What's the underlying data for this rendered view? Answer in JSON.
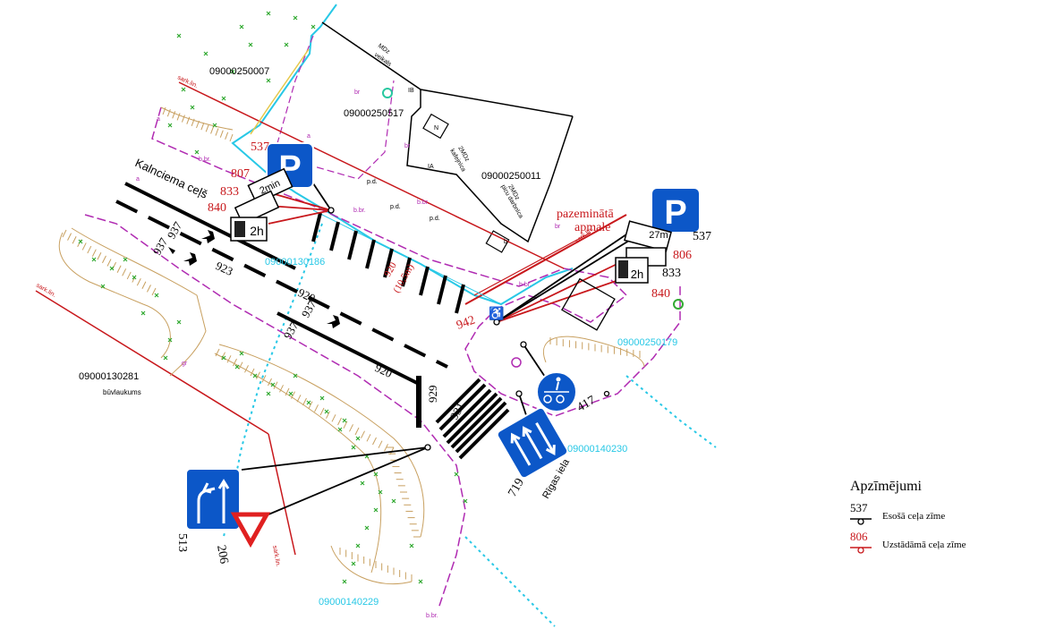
{
  "labels": {
    "street_kalnciema": "Kalnciema ceļš",
    "street_rigas": "Rīgas iela",
    "parcel_07": "09000250007",
    "parcel_0517": "09000250517",
    "parcel_011": "09000250011",
    "parcel_0186": "09000130186",
    "parcel_0281": "09000130281",
    "buvlaukums": "būvlaukums",
    "parcel_0230": "09000140230",
    "parcel_0229": "09000140229",
    "parcel_0179": "09000250179",
    "mdz_veikals": "MDz",
    "veikals": "veikals",
    "zmdz_kafejnica": "2MDz",
    "kafejnica": "kafejnīca",
    "zmdz_picu": "2MDz",
    "picu": "picu darbnīca",
    "pazeminata": "pazeminātā",
    "apmale": "apmale",
    "length_920_10": "920",
    "length_10_5": "(10,5m)"
  },
  "sign_numbers": {
    "s537_left": "537",
    "s807": "807",
    "s833_left": "833",
    "s840_left": "840",
    "s537_right": "537",
    "s806": "806",
    "s833_right": "833",
    "s840_right": "840",
    "s942": "942",
    "s937a": "937",
    "s937b": "937",
    "s937c": "937",
    "s937d": "937",
    "s923": "923",
    "s920a": "920",
    "s920b": "920",
    "s929": "929",
    "s931": "931",
    "s417": "417",
    "s719": "719",
    "s513": "513",
    "s206": "206"
  },
  "plate_texts": {
    "two_min": "2min",
    "two_h": "2h",
    "p": "P",
    "two_min_r": "27m",
    "two_h_r": "2h"
  },
  "misc": {
    "br": "br",
    "bbr": "b.br.",
    "pd": "p.d.",
    "a": "a",
    "gr": "gr",
    "sark": "sark.lin.",
    "n": "N",
    "ia": "IA",
    "ib": "IB",
    "b": "b"
  },
  "legend": {
    "title": "Apzīmējumi",
    "existing_num": "537",
    "existing_desc": "Esošā ceļa zīme",
    "new_num": "806",
    "new_desc": "Uzstādāmā ceļa zīme"
  },
  "colors": {
    "sign_blue": "#0c57c8",
    "red_line": "#c8181c",
    "cyan": "#28c8e6",
    "magenta": "#b02bb2",
    "tree_green": "#33aa33",
    "curb_tan": "#c8a060"
  }
}
